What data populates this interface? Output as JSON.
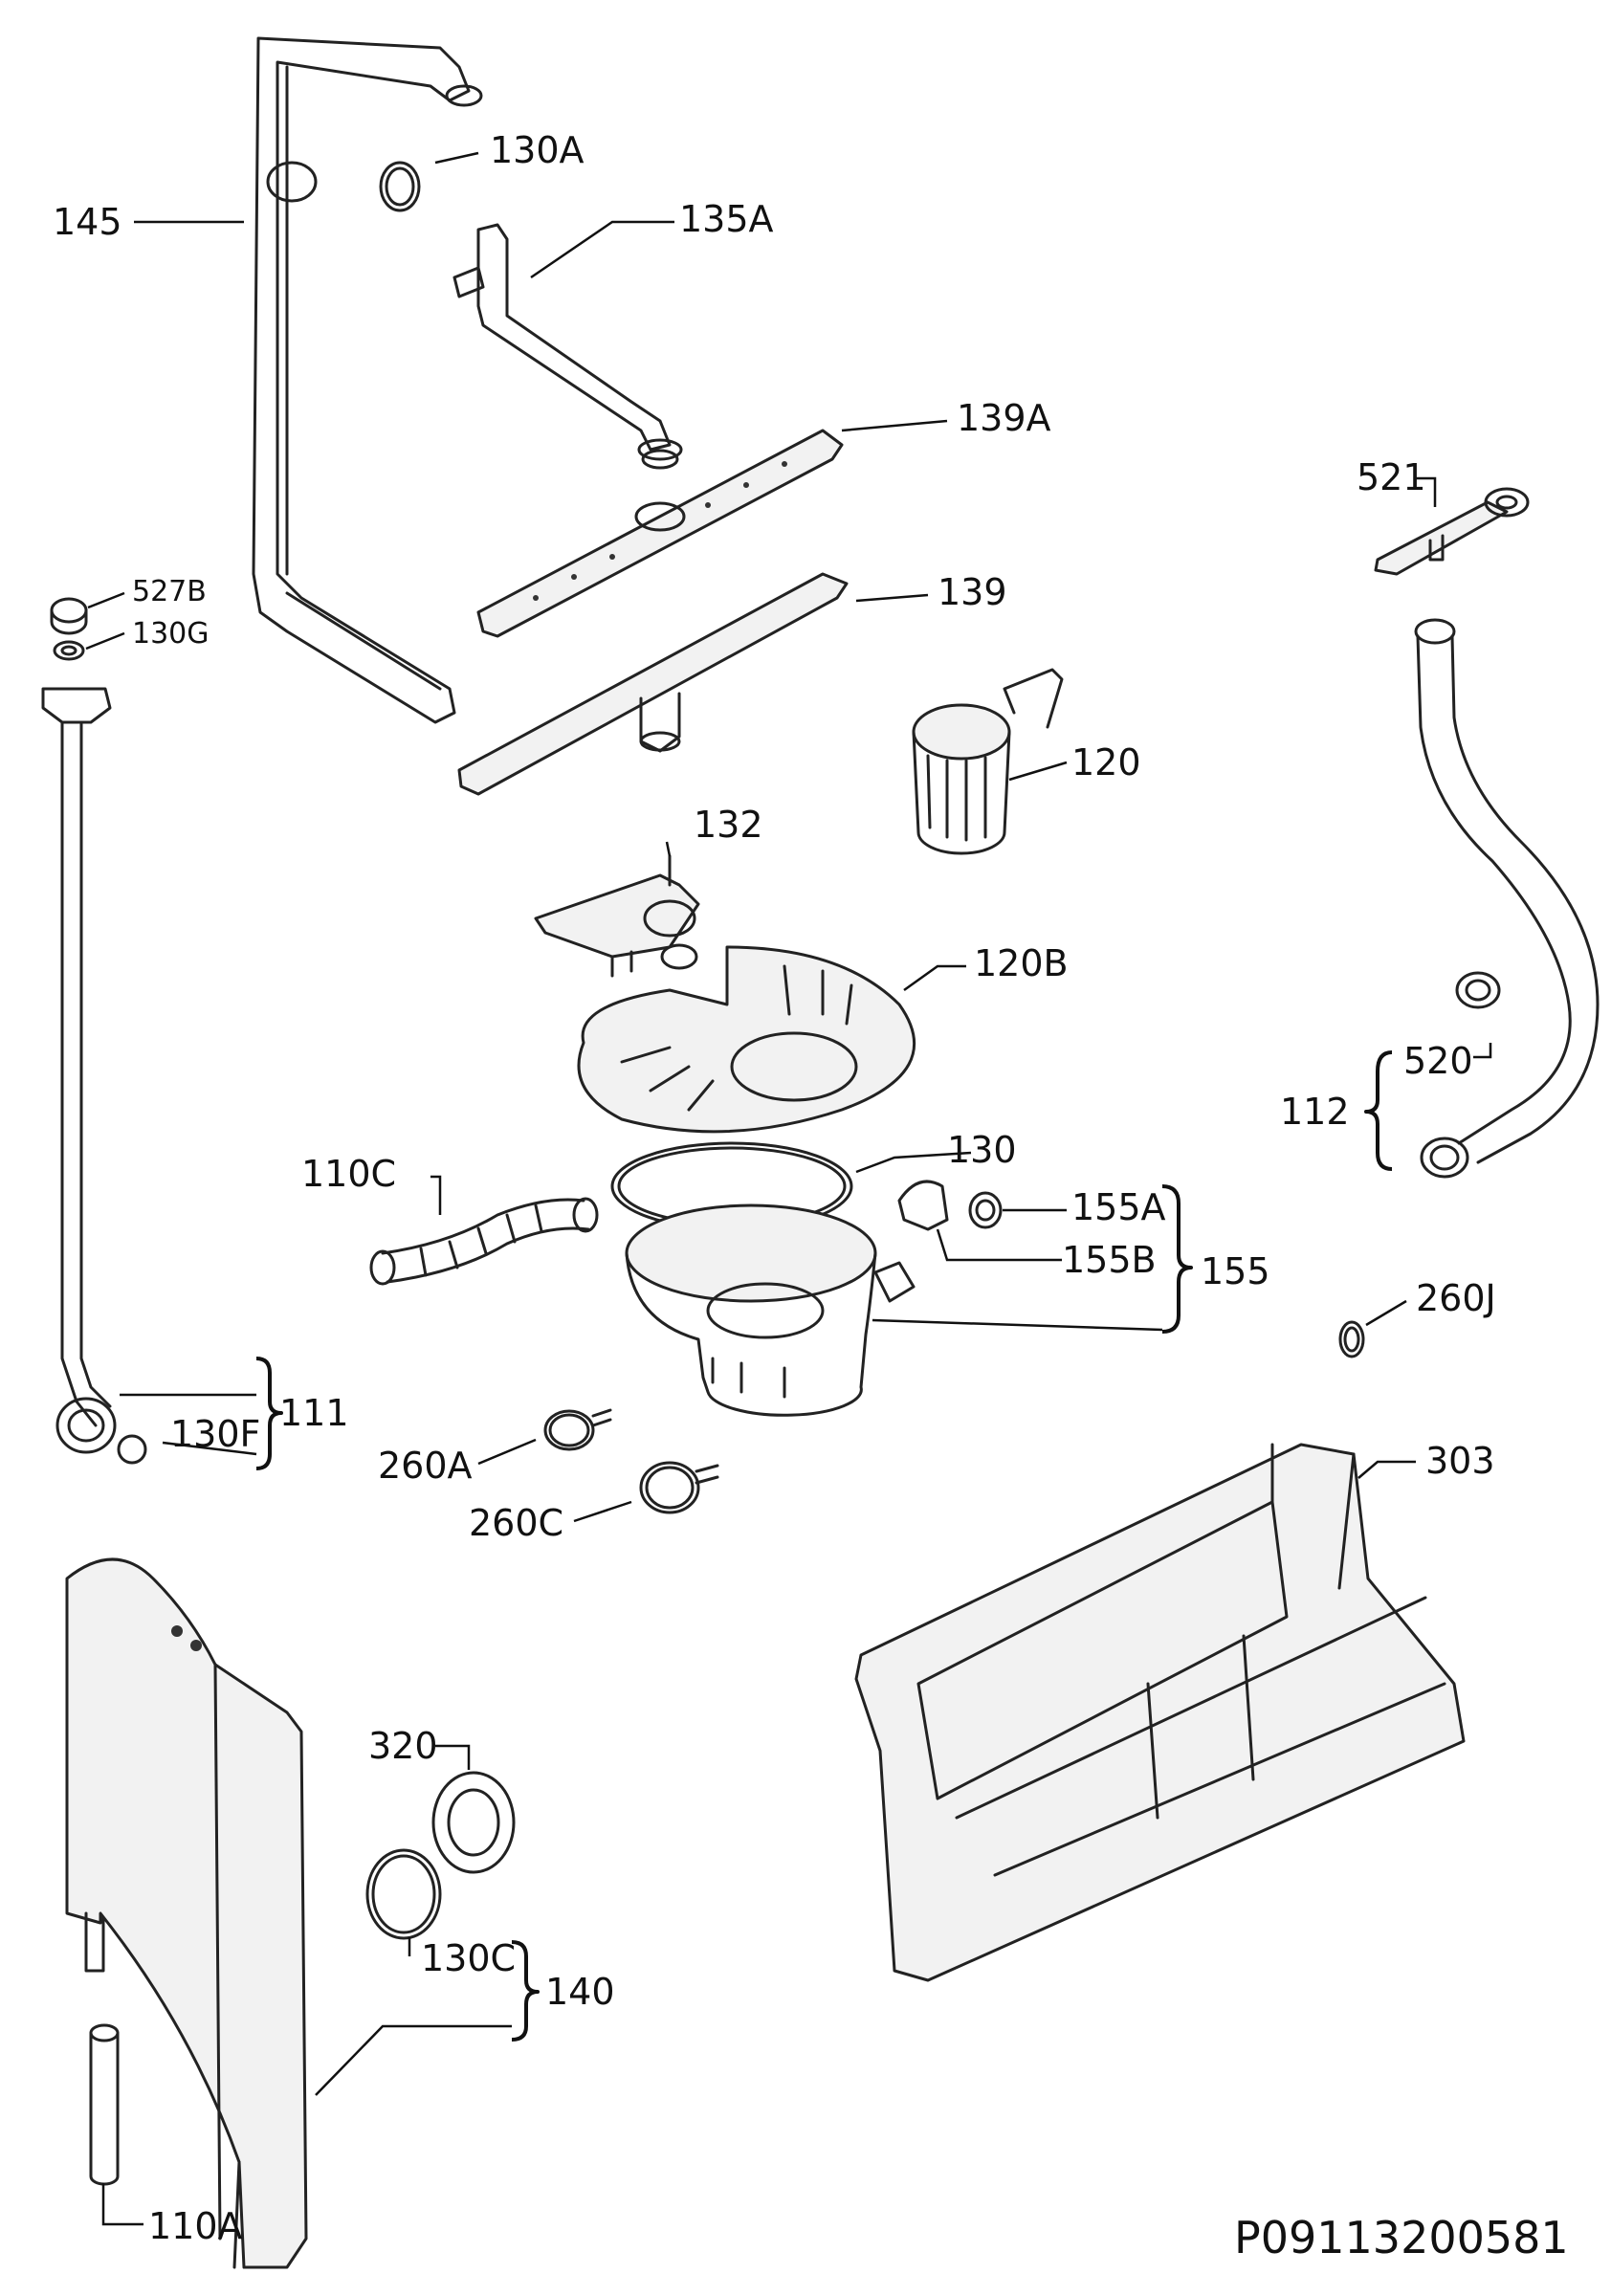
{
  "drawing_code": "P09113200581",
  "labels": {
    "l145": "145",
    "l130A": "130A",
    "l135A": "135A",
    "l139A": "139A",
    "l139": "139",
    "l521": "521",
    "l527B": "527B",
    "l130G": "130G",
    "l120": "120",
    "l132": "132",
    "l120B": "120B",
    "l520": "520",
    "l112": "112",
    "l110C": "110C",
    "l130": "130",
    "l155A": "155A",
    "l155B": "155B",
    "l155": "155",
    "l260J": "260J",
    "l111": "111",
    "l130F": "130F",
    "l260A": "260A",
    "l260C": "260C",
    "l303": "303",
    "l320": "320",
    "l130C": "130C",
    "l140": "140",
    "l110A": "110A"
  }
}
